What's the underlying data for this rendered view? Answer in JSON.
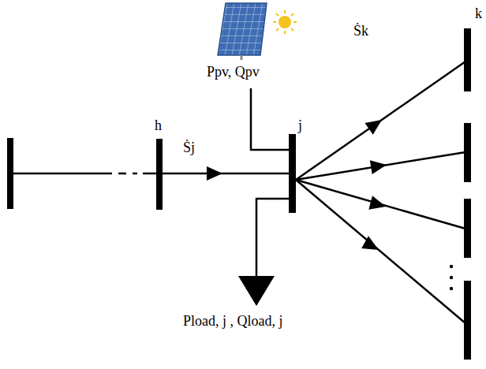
{
  "diagram": {
    "labels": [
      "h",
      "j",
      "k",
      "Ṡj",
      "Ṡk",
      "Ppv, Qpv",
      "Pload, j , Qload, j"
    ]
  }
}
